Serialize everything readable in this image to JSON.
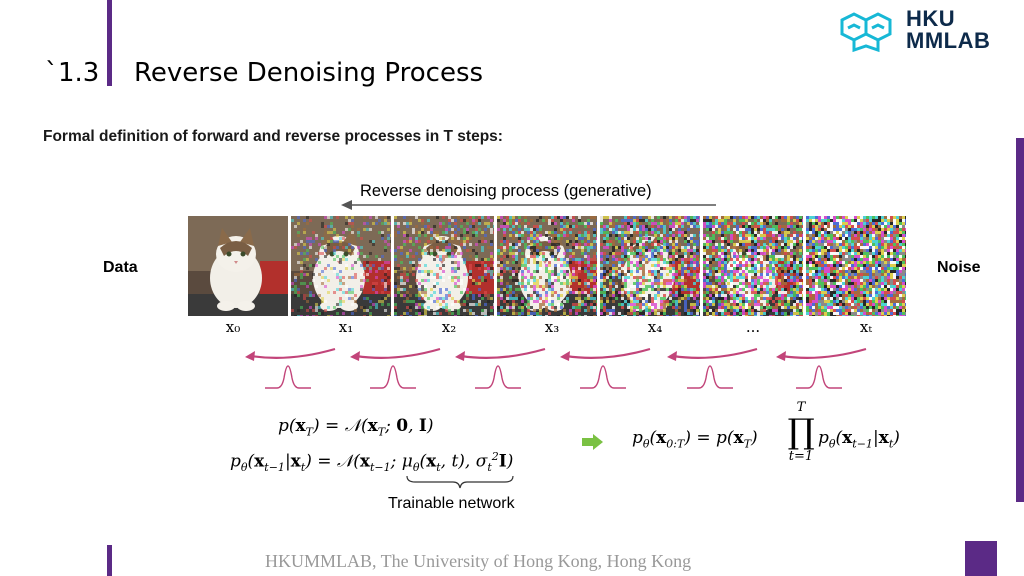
{
  "header": {
    "section_number": "`1.3",
    "section_title": "Reverse Denoising Process",
    "logo_line1": "HKU",
    "logo_line2": "MMLAB"
  },
  "subtitle": "Formal definition of forward and reverse processes in T steps:",
  "diagram": {
    "top_arrow_label": "Reverse denoising process (generative)",
    "left_label": "Data",
    "right_label": "Noise",
    "step_labels": [
      "x₀",
      "x₁",
      "x₂",
      "x₃",
      "x₄",
      "...",
      "xₜ"
    ],
    "noise_levels": [
      0,
      0.25,
      0.42,
      0.6,
      0.75,
      0.88,
      1.0
    ]
  },
  "equations": {
    "prior": "p(x_T) = N(x_T; 0, I)",
    "transition": "p_θ(x_{t−1}|x_t) = N(x_{t−1}; μ_θ(x_t, t), σ_t² I)",
    "joint": "p_θ(x_{0:T}) = p(x_T) ∏_{t=1}^{T} p_θ(x_{t−1}|x_t)",
    "brace_label": "Trainable network"
  },
  "footer": "HKUMMLAB, The University of Hong Kong, Hong Kong",
  "colors": {
    "accent": "#5b2a86",
    "arrow": "#c2457a",
    "bell": "#c2457a",
    "green_arrow": "#7ac143",
    "logo_cyan": "#17b8d6"
  }
}
